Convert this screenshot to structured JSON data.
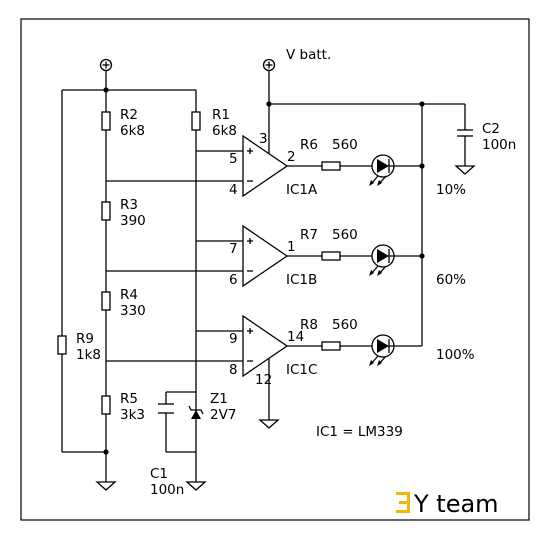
{
  "supply_label": "V batt.",
  "resistors": {
    "r1": {
      "name": "R1",
      "value": "6k8"
    },
    "r2": {
      "name": "R2",
      "value": "6k8"
    },
    "r3": {
      "name": "R3",
      "value": "390"
    },
    "r4": {
      "name": "R4",
      "value": "330"
    },
    "r5": {
      "name": "R5",
      "value": "3k3"
    },
    "r6": {
      "name": "R6",
      "value": "560"
    },
    "r7": {
      "name": "R7",
      "value": "560"
    },
    "r8": {
      "name": "R8",
      "value": "560"
    },
    "r9": {
      "name": "R9",
      "value": "1k8"
    }
  },
  "capacitors": {
    "c1": {
      "name": "C1",
      "value": "100n"
    },
    "c2": {
      "name": "C2",
      "value": "100n"
    }
  },
  "zener": {
    "name": "Z1",
    "value": "2V7"
  },
  "comparators": {
    "a": {
      "name": "IC1A",
      "pin_plus": "5",
      "pin_minus": "4",
      "pin_out": "2",
      "pin_vcc": "3"
    },
    "b": {
      "name": "IC1B",
      "pin_plus": "7",
      "pin_minus": "6",
      "pin_out": "1"
    },
    "c": {
      "name": "IC1C",
      "pin_plus": "9",
      "pin_minus": "8",
      "pin_out": "14",
      "pin_gnd": "12"
    }
  },
  "levels": {
    "low": "10%",
    "mid": "60%",
    "high": "100%"
  },
  "ic_note": "IC1 = LM339",
  "brand": {
    "mark": "E",
    "text": "Y team",
    "accent": "#f2b705"
  }
}
